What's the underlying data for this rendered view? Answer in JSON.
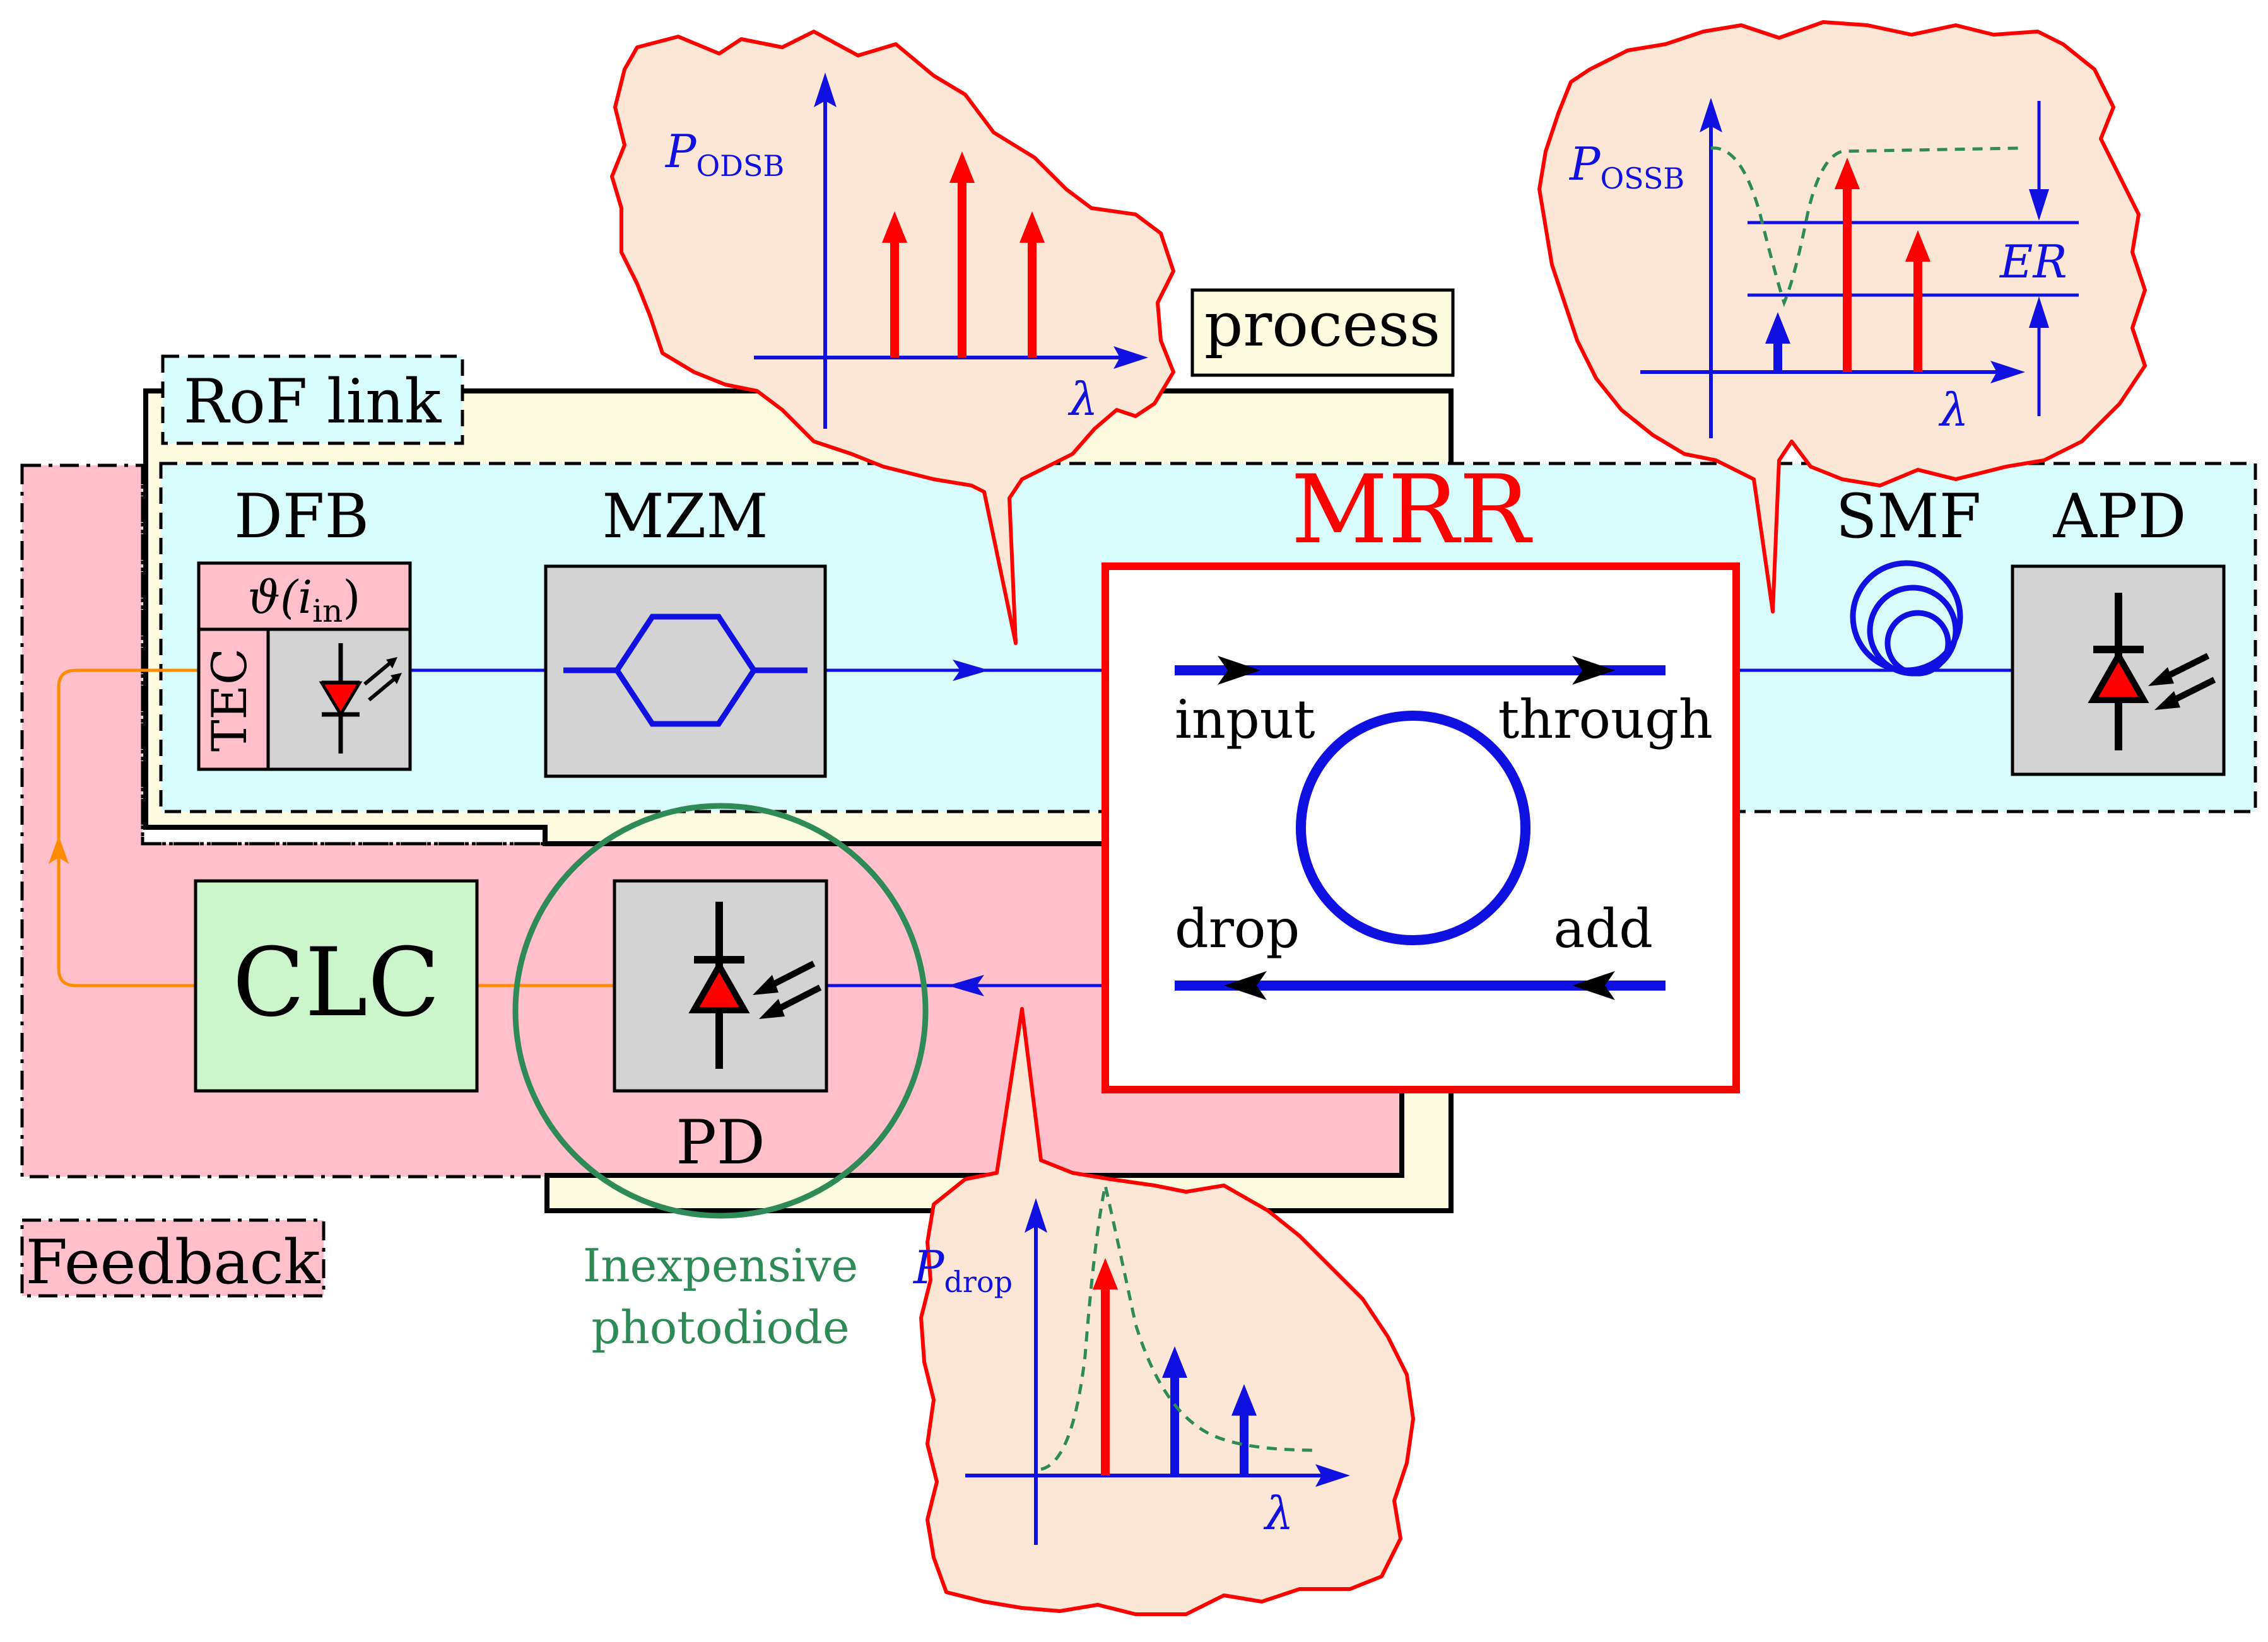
{
  "labels": {
    "process": "process",
    "rof_link": "RoF link",
    "feedback": "Feedback",
    "dfb": "DFB",
    "mzm": "MZM",
    "mrr": "MRR",
    "smf": "SMF",
    "apd": "APD",
    "clc": "CLC",
    "pd": "PD",
    "tec": "TEC",
    "theta": "ϑ(",
    "theta_i": "i",
    "theta_in": "in",
    "theta_close": ")",
    "input": "input",
    "through": "through",
    "drop": "drop",
    "add": "add",
    "inexpensive_line1": "Inexpensive",
    "inexpensive_line2": "photodiode"
  },
  "bubbles": {
    "odsb": {
      "p": "P",
      "sub": "ODSB",
      "axis": "λ"
    },
    "ossb": {
      "p": "P",
      "sub": "OSSB",
      "axis": "λ",
      "er": "ER"
    },
    "drop": {
      "p": "P",
      "sub": "drop",
      "axis": "λ"
    }
  },
  "colors": {
    "optical": "#1010e0",
    "electrical": "#ff8c00",
    "mrr": "#ff0000",
    "rof_fill": "#d8fbfb",
    "process_fill": "#fdfce0",
    "feedback_fill": "#ffc0cb",
    "clc_fill": "#ccf5cc",
    "device_fill": "#d3d3d3",
    "bubble_fill": "#fce6d6",
    "green": "#2e8b57"
  }
}
